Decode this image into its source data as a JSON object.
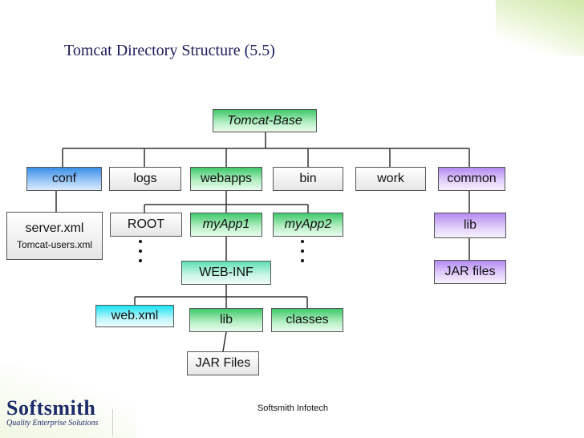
{
  "title": "Tomcat Directory Structure (5.5)",
  "root": "Tomcat-Base",
  "level1": [
    "conf",
    "logs",
    "webapps",
    "bin",
    "work",
    "common"
  ],
  "conf_child": {
    "line1": "server.xml",
    "line2": "Tomcat-users.xml"
  },
  "webapps_children": [
    "ROOT",
    "myApp1",
    "myApp2"
  ],
  "common_children": [
    "lib",
    "JAR files"
  ],
  "web_inf": "WEB-INF",
  "web_inf_children": [
    "web.xml",
    "lib",
    "classes"
  ],
  "web_inf_lib_child": "JAR Files",
  "footer": "Softsmith Infotech",
  "logo": {
    "name": "Softsmith",
    "tagline": "Quality Enterprise Solutions"
  },
  "colors": {
    "root": "#3fc96a",
    "conf": "#3a8ee8",
    "webapps": "#3fc96a",
    "common": "#b48af0",
    "web_xml": "#18e2f2",
    "web_inf": "#5fe0b5",
    "lines": "#333333"
  }
}
